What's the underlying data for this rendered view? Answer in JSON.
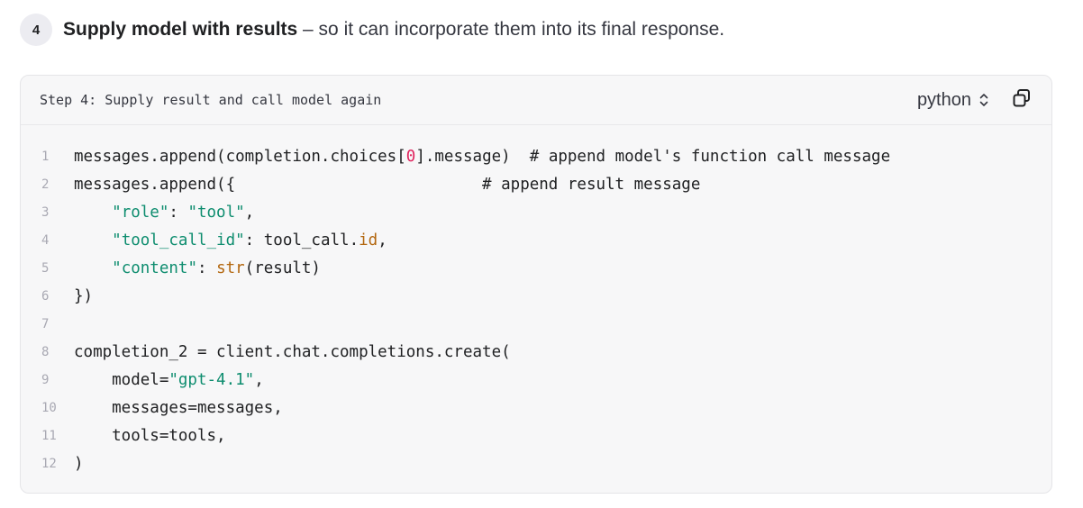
{
  "step": {
    "number": "4",
    "title": "Supply model with results",
    "description": " – so it can incorporate them into its final response."
  },
  "code_block": {
    "title": "Step 4: Supply result and call model again",
    "language": "python",
    "lines": [
      {
        "num": "1",
        "tokens": [
          {
            "t": "messages.append(completion.choices[",
            "c": ""
          },
          {
            "t": "0",
            "c": "n"
          },
          {
            "t": "].message)  ",
            "c": ""
          },
          {
            "t": "# append model's function call message",
            "c": "c"
          }
        ]
      },
      {
        "num": "2",
        "tokens": [
          {
            "t": "messages.append({                          ",
            "c": ""
          },
          {
            "t": "# append result message",
            "c": "c"
          }
        ]
      },
      {
        "num": "3",
        "tokens": [
          {
            "t": "    ",
            "c": ""
          },
          {
            "t": "\"role\"",
            "c": "s"
          },
          {
            "t": ": ",
            "c": ""
          },
          {
            "t": "\"tool\"",
            "c": "s"
          },
          {
            "t": ",",
            "c": ""
          }
        ]
      },
      {
        "num": "4",
        "tokens": [
          {
            "t": "    ",
            "c": ""
          },
          {
            "t": "\"tool_call_id\"",
            "c": "s"
          },
          {
            "t": ": tool_call.",
            "c": ""
          },
          {
            "t": "id",
            "c": "a"
          },
          {
            "t": ",",
            "c": ""
          }
        ]
      },
      {
        "num": "5",
        "tokens": [
          {
            "t": "    ",
            "c": ""
          },
          {
            "t": "\"content\"",
            "c": "s"
          },
          {
            "t": ": ",
            "c": ""
          },
          {
            "t": "str",
            "c": "a"
          },
          {
            "t": "(result)",
            "c": ""
          }
        ]
      },
      {
        "num": "6",
        "tokens": [
          {
            "t": "})",
            "c": ""
          }
        ]
      },
      {
        "num": "7",
        "tokens": []
      },
      {
        "num": "8",
        "tokens": [
          {
            "t": "completion_2 = client.chat.completions.create(",
            "c": ""
          }
        ]
      },
      {
        "num": "9",
        "tokens": [
          {
            "t": "    model=",
            "c": ""
          },
          {
            "t": "\"gpt-4.1\"",
            "c": "s"
          },
          {
            "t": ",",
            "c": ""
          }
        ]
      },
      {
        "num": "10",
        "tokens": [
          {
            "t": "    messages=messages,",
            "c": ""
          }
        ]
      },
      {
        "num": "11",
        "tokens": [
          {
            "t": "    tools=tools,",
            "c": ""
          }
        ]
      },
      {
        "num": "12",
        "tokens": [
          {
            "t": ")",
            "c": ""
          }
        ]
      }
    ]
  },
  "icons": {
    "language_chevron": "chevron-up-down-icon",
    "copy": "copy-icon"
  }
}
